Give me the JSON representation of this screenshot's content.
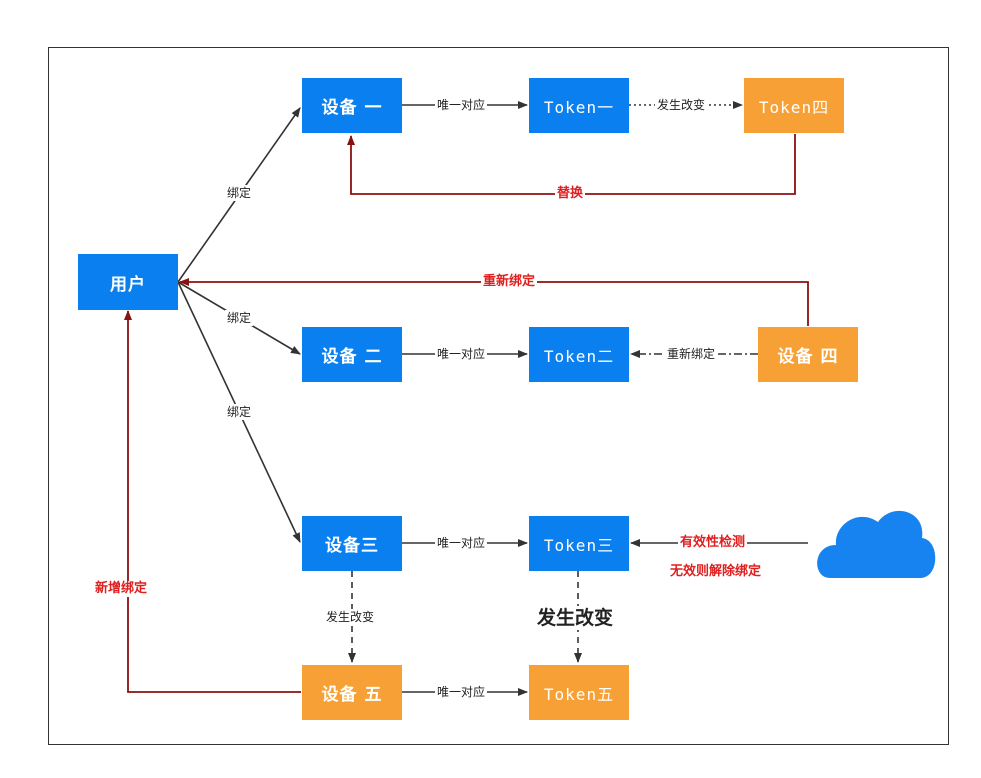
{
  "nodes": {
    "user": "用户",
    "device1": "设备 一",
    "device2": "设备 二",
    "device3": "设备三",
    "device4": "设备 四",
    "device5": "设备 五",
    "token1": "Token一",
    "token2": "Token二",
    "token3": "Token三",
    "token4": "Token四",
    "token5": "Token五"
  },
  "labels": {
    "bind1": "绑定",
    "bind2": "绑定",
    "bind3": "绑定",
    "unique1": "唯一对应",
    "unique2": "唯一对应",
    "unique3": "唯一对应",
    "unique5": "唯一对应",
    "change_token1": "发生改变",
    "replace": "替换",
    "rebind_user": "重新绑定",
    "rebind_token2": "重新绑定",
    "validity_check": "有效性检测",
    "invalid_unbind": "无效则解除绑定",
    "device_change": "发生改变",
    "token_change": "发生改变",
    "new_bind": "新增绑定"
  },
  "colors": {
    "blue": "#0a7ff0",
    "orange": "#f7a035",
    "dark_red": "#8b1010",
    "red_text": "#e02020",
    "cloud": "#1683f0"
  },
  "icons": {
    "cloud": "cloud-icon"
  }
}
